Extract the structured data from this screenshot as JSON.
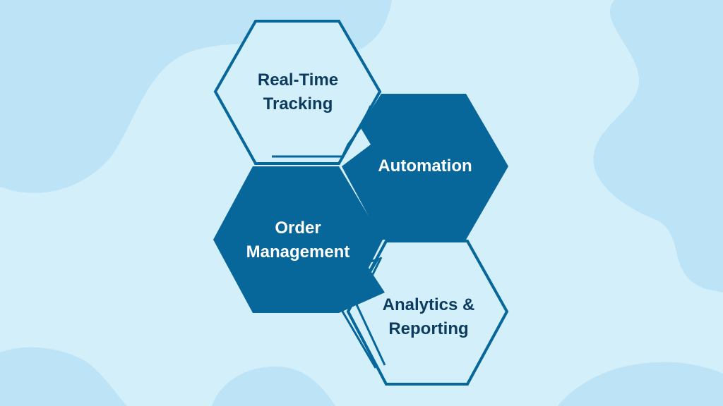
{
  "diagram": {
    "nodes": [
      {
        "id": "real-time-tracking",
        "label": "Real-Time\nTracking",
        "style": "outline"
      },
      {
        "id": "automation",
        "label": "Automation",
        "style": "filled"
      },
      {
        "id": "order-management",
        "label": "Order\nManagement",
        "style": "filled"
      },
      {
        "id": "analytics-reporting",
        "label": "Analytics &\nReporting",
        "style": "outline"
      }
    ]
  },
  "colors": {
    "background": "#d3effa",
    "blob": "#bde3f7",
    "hex_fill": "#07669a",
    "hex_outline": "#07669a",
    "text_dark": "#0d3b5e",
    "text_light": "#ffffff"
  }
}
